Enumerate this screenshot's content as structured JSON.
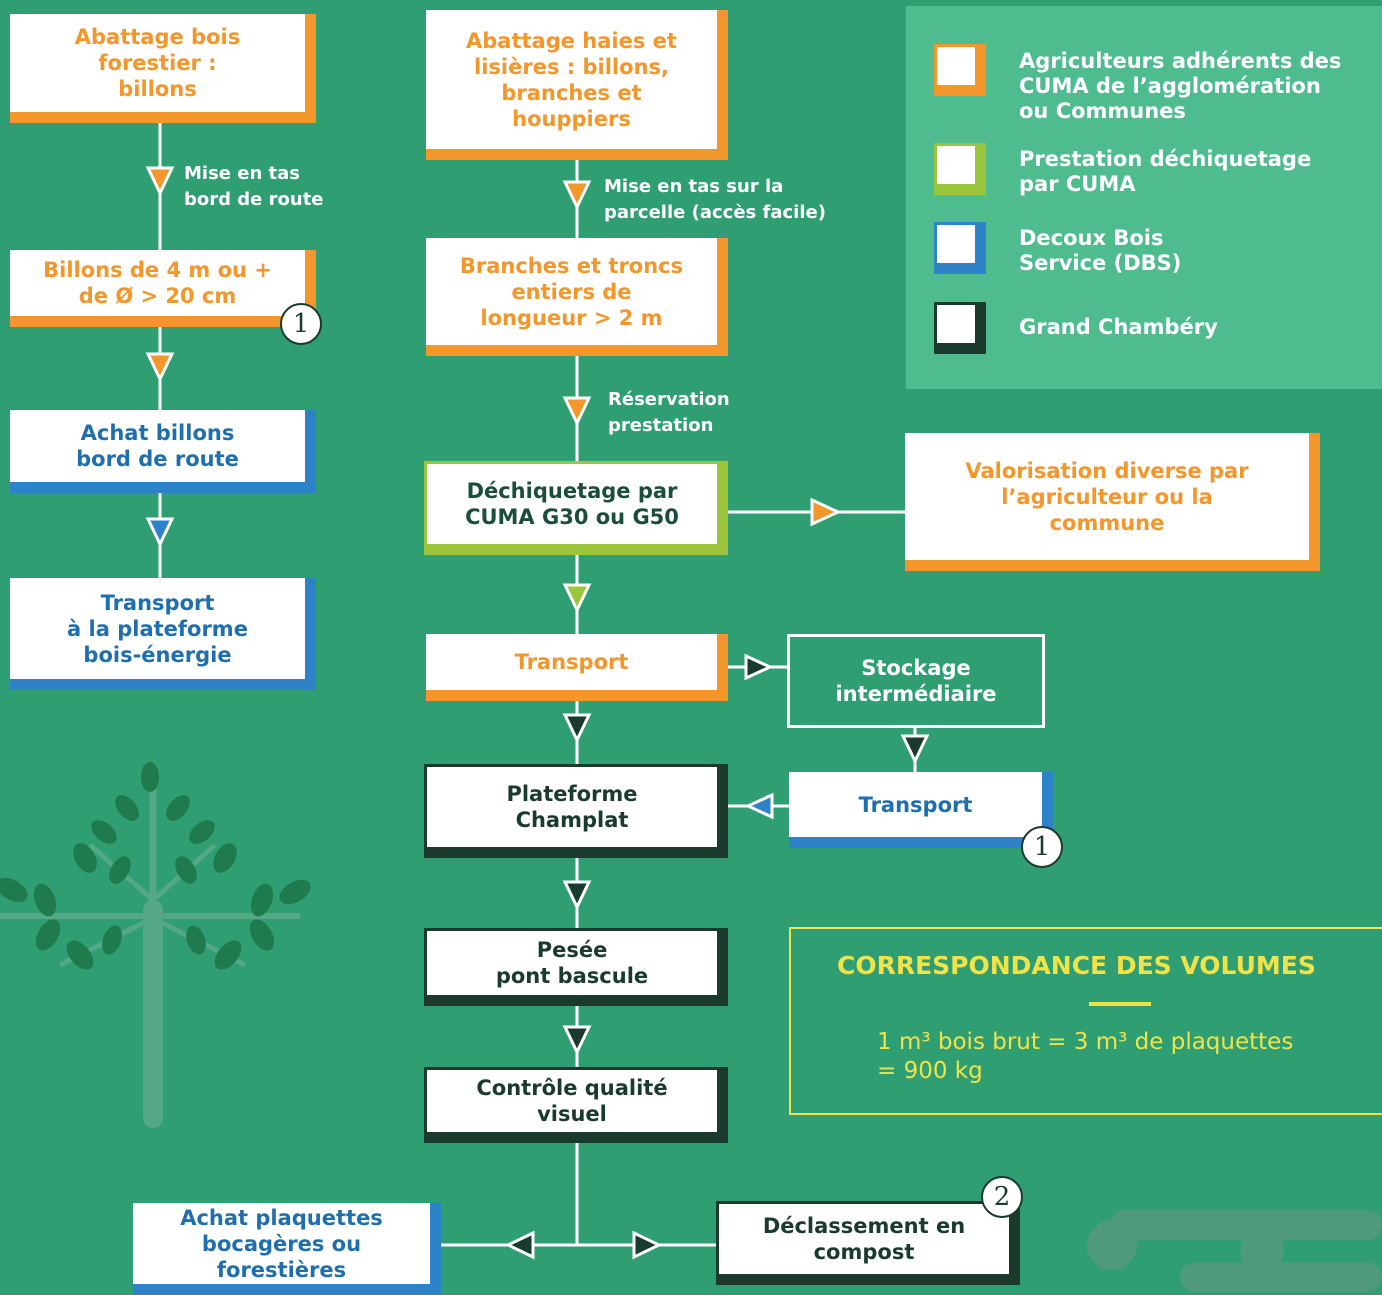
{
  "colors": {
    "background": "#2f9e73",
    "orange": "#f3962c",
    "blue": "#2d82c8",
    "green": "#9bc53d",
    "dark": "#1a3a2e",
    "yellow": "#f0e34a",
    "legend_panel": "#4fbc90"
  },
  "boxes": {
    "abattage_bois": "Abattage bois\nforestier :\nbillons",
    "billons": "Billons de 4 m ou +\nde Ø > 20 cm",
    "achat_billons": "Achat billons\nbord de route",
    "transport_plateforme": "Transport\nà la plateforme\nbois-énergie",
    "abattage_haies": "Abattage haies et\nlisières : billons,\nbranches et\nhouppiers",
    "branches": "Branches et troncs\nentiers de\nlongueur > 2 m",
    "dechiquetage": "Déchiquetage par\nCUMA G30 ou G50",
    "valorisation": "Valorisation diverse par\nl’agriculteur ou la\ncommune",
    "transport_orange": "Transport",
    "stockage": "Stockage\nintermédiaire",
    "plateforme": "Plateforme\nChamplat",
    "transport_blue": "Transport",
    "pesee": "Pesée\npont bascule",
    "controle": "Contrôle qualité\nvisuel",
    "achat_plaquettes": "Achat plaquettes\nbocagères ou\nforestières",
    "declassement": "Déclassement en\ncompost"
  },
  "labels": {
    "mise_en_tas_route": "Mise en tas\nbord de route",
    "mise_en_tas_parcelle": "Mise en tas sur la\nparcelle (accès facile)",
    "reservation": "Réservation\nprestation"
  },
  "badges": {
    "one": "1",
    "two": "2"
  },
  "legend": [
    {
      "text": "Agriculteurs adhérents des\nCUMA de l’agglomération\nou Communes",
      "color": "#f3962c"
    },
    {
      "text": "Prestation déchiquetage\npar CUMA",
      "color": "#9bc53d"
    },
    {
      "text": "Decoux Bois\nService (DBS)",
      "color": "#2d82c8"
    },
    {
      "text": "Grand Chambéry",
      "color": "#1a3a2e"
    }
  ],
  "correspondance": {
    "title": "CORRESPONDANCE DES VOLUMES",
    "text": "1 m³ bois brut = 3 m³ de plaquettes\n= 900 kg"
  }
}
